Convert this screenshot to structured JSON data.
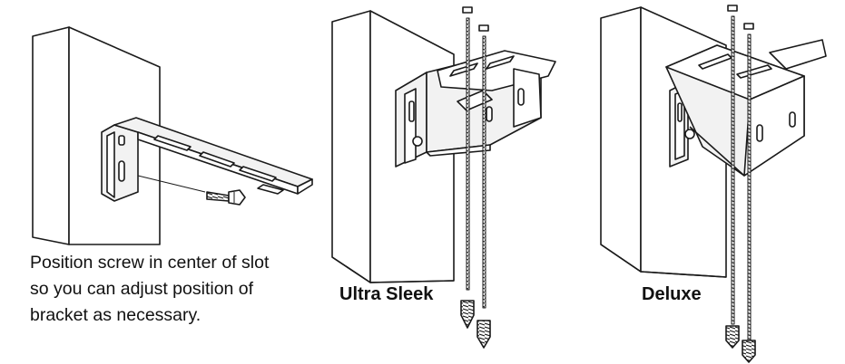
{
  "caption": {
    "line1": "Position screw in center of slot",
    "line2": "so you can adjust position of",
    "line3": "bracket as necessary."
  },
  "labels": {
    "ultra_sleek": "Ultra Sleek",
    "deluxe": "Deluxe"
  },
  "colors": {
    "line": "#1a1a1a",
    "wall_fill": "#ffffff",
    "bracket_fill": "#f2f2f2"
  },
  "icons": [
    "wall-mount-bracket-icon",
    "wood-screw-icon",
    "ceiling-mount-bracket-icon",
    "mounting-screw-icon"
  ]
}
